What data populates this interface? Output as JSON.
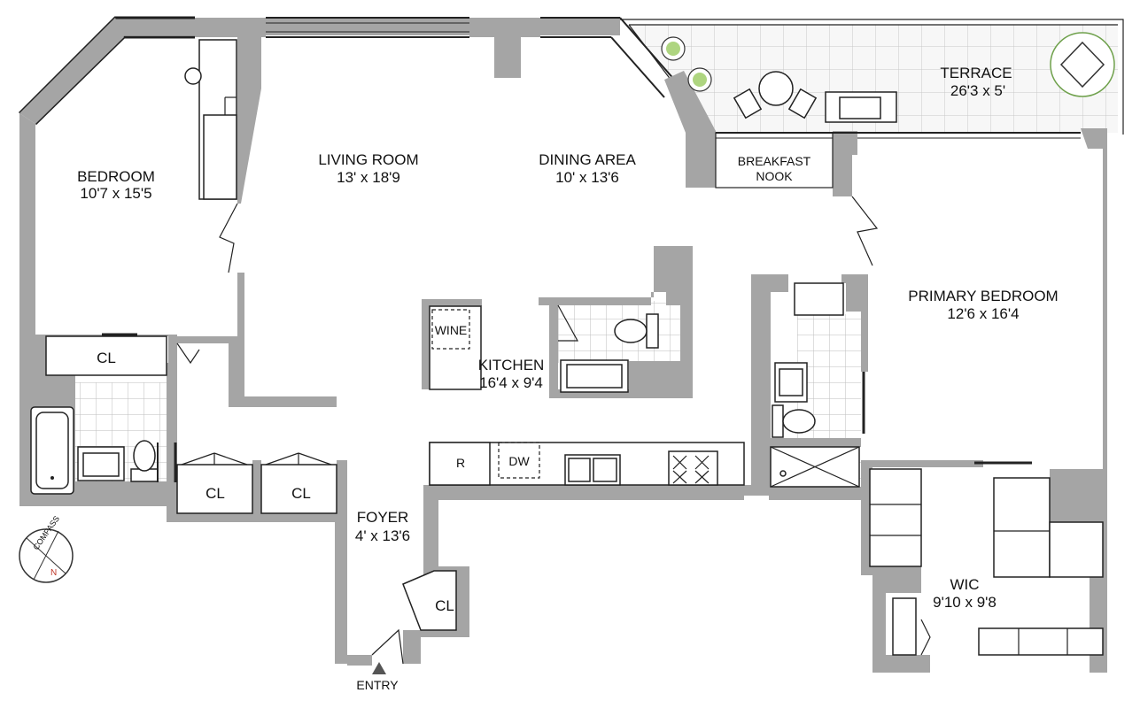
{
  "rooms": {
    "bedroom": {
      "name": "BEDROOM",
      "size": "10'7 x 15'5"
    },
    "living": {
      "name": "LIVING ROOM",
      "size": "13' x 18'9"
    },
    "dining": {
      "name": "DINING AREA",
      "size": "10' x 13'6"
    },
    "terrace": {
      "name": "TERRACE",
      "size": "26'3 x 5'"
    },
    "breakfast": {
      "line1": "BREAKFAST",
      "line2": "NOOK"
    },
    "primary": {
      "name": "PRIMARY BEDROOM",
      "size": "12'6 x 16'4"
    },
    "kitchen": {
      "name": "KITCHEN",
      "size": "16'4 x 9'4"
    },
    "foyer": {
      "name": "FOYER",
      "size": "4' x 13'6"
    },
    "wic": {
      "name": "WIC",
      "size": "9'10 x 9'8"
    }
  },
  "closets": {
    "bedroom_cl": "CL",
    "hall_cl_1": "CL",
    "hall_cl_2": "CL",
    "foyer_cl": "CL"
  },
  "appliances": {
    "refrigerator": "R",
    "dishwasher": "DW",
    "wine": "WINE"
  },
  "entry_label": "ENTRY",
  "compass": {
    "label": "COMPASS",
    "north": "N"
  }
}
